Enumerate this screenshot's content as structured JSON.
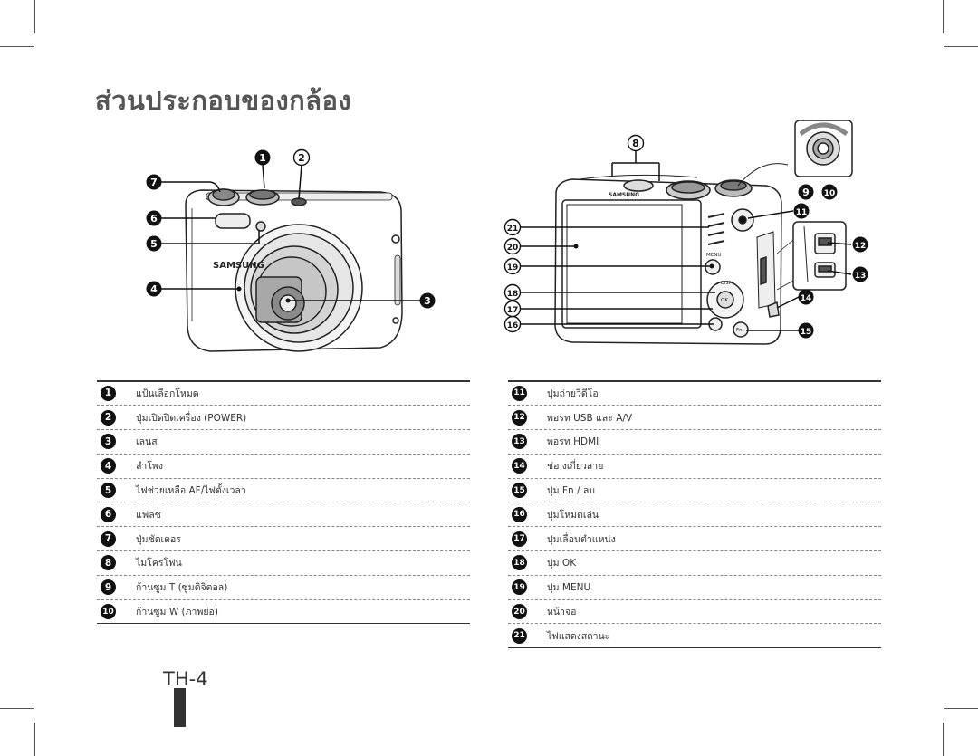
{
  "page": {
    "title": "ส่วนประกอบของกล้อง",
    "page_number": "TH-4"
  },
  "diagram": {
    "brand_front": "SAMSUNG",
    "brand_top": "SAMSUNG",
    "menu_text": "MENU",
    "disp_text": "DISP",
    "ok_text": "OK",
    "fn_text": "Fn",
    "callout_numbers": [
      "1",
      "2",
      "3",
      "4",
      "5",
      "6",
      "7",
      "8",
      "9",
      "10",
      "11",
      "12",
      "13",
      "14",
      "15",
      "16",
      "17",
      "18",
      "19",
      "20",
      "21"
    ]
  },
  "parts_left": [
    {
      "num": "1",
      "label": "แป้นเลือกโหมด"
    },
    {
      "num": "2",
      "label": "ปุ่มเปิดปิดเครื่อง (POWER)"
    },
    {
      "num": "3",
      "label": "เลนส"
    },
    {
      "num": "4",
      "label": "ลำโพง"
    },
    {
      "num": "5",
      "label": "ไฟช่วยเหลือ AF/ไฟตั้งเวลา"
    },
    {
      "num": "6",
      "label": "แฟลช"
    },
    {
      "num": "7",
      "label": "ปุ่มชัตเตอร"
    },
    {
      "num": "8",
      "label": "ไมโครโฟน"
    },
    {
      "num": "9",
      "label": "ก้านซูม T (ซูมดิจิตอล)"
    },
    {
      "num": "10",
      "label": "ก้านซูม W (ภาพย่อ)"
    }
  ],
  "parts_right": [
    {
      "num": "11",
      "label": "ปุ่มถ่ายวิดีโอ"
    },
    {
      "num": "12",
      "label": "พอรท USB และ A/V"
    },
    {
      "num": "13",
      "label": "พอรท HDMI"
    },
    {
      "num": "14",
      "label": "ช่อ งเกี่ยวสาย"
    },
    {
      "num": "15",
      "label": "ปุ่ม Fn / ลบ"
    },
    {
      "num": "16",
      "label": "ปุ่มโหมดเล่น"
    },
    {
      "num": "17",
      "label": "ปุ่มเลื่อนตำแหน่ง"
    },
    {
      "num": "18",
      "label": "ปุ่ม OK"
    },
    {
      "num": "19",
      "label": "ปุ่ม MENU"
    },
    {
      "num": "20",
      "label": "หน้าจอ"
    },
    {
      "num": "21",
      "label": "ไฟแสดงสถานะ"
    }
  ]
}
